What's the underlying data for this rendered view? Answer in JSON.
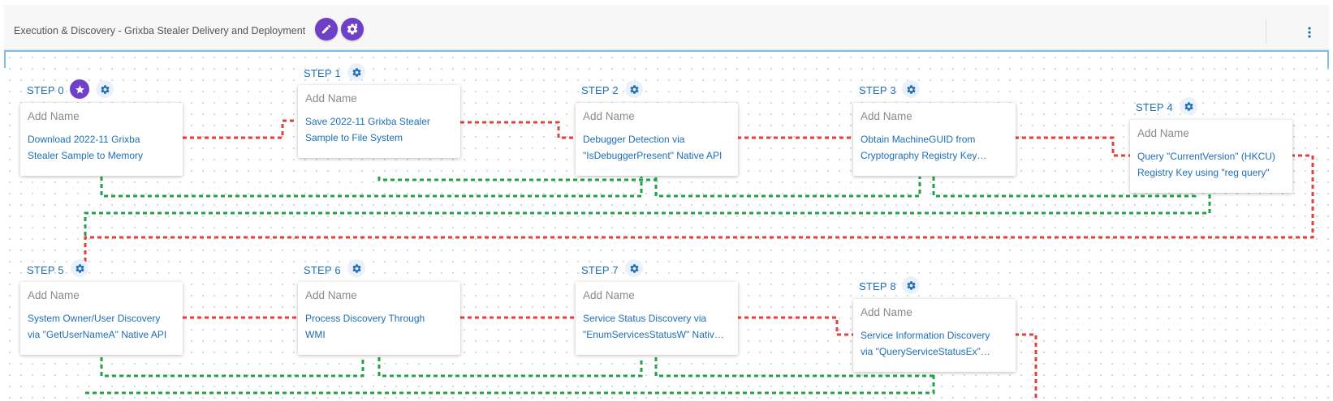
{
  "header": {
    "title": "Execution & Discovery - Grixba Stealer Delivery and Deployment"
  },
  "steps": [
    {
      "label": "STEP 0",
      "name_placeholder": "Add Name",
      "desc_line1": "Download 2022-11 Grixba",
      "desc_line2": "Stealer Sample to Memory"
    },
    {
      "label": "STEP 1",
      "name_placeholder": "Add Name",
      "desc_line1": "Save 2022-11 Grixba Stealer",
      "desc_line2": "Sample to File System"
    },
    {
      "label": "STEP 2",
      "name_placeholder": "Add Name",
      "desc_line1": "Debugger Detection via",
      "desc_line2": "\"IsDebuggerPresent\" Native API"
    },
    {
      "label": "STEP 3",
      "name_placeholder": "Add Name",
      "desc_line1": "Obtain MachineGUID from",
      "desc_line2": "Cryptography Registry Key…"
    },
    {
      "label": "STEP 4",
      "name_placeholder": "Add Name",
      "desc_line1": "Query \"CurrentVersion\" (HKCU)",
      "desc_line2": "Registry Key using \"reg query\""
    },
    {
      "label": "STEP 5",
      "name_placeholder": "Add Name",
      "desc_line1": "System Owner/User Discovery",
      "desc_line2": "via \"GetUserNameA\" Native API"
    },
    {
      "label": "STEP 6",
      "name_placeholder": "Add Name",
      "desc_line1": "Process Discovery Through",
      "desc_line2": "WMI"
    },
    {
      "label": "STEP 7",
      "name_placeholder": "Add Name",
      "desc_line1": "Service Status Discovery via",
      "desc_line2": "\"EnumServicesStatusW\" Nativ…"
    },
    {
      "label": "STEP 8",
      "name_placeholder": "Add Name",
      "desc_line1": "Service Information Discovery",
      "desc_line2": "via \"QueryServiceStatusEx\"…"
    }
  ],
  "icons": {
    "edit": "pencil-icon",
    "settings": "gear-sparkle-icon",
    "step_settings": "gear-icon",
    "start": "star-icon",
    "menu": "kebab-menu-icon"
  },
  "colors": {
    "accent_purple": "#6f3fc6",
    "step_blue": "#1e6fb5",
    "sequence_link_red": "#e0413a",
    "parallel_link_green": "#1fa24a"
  }
}
